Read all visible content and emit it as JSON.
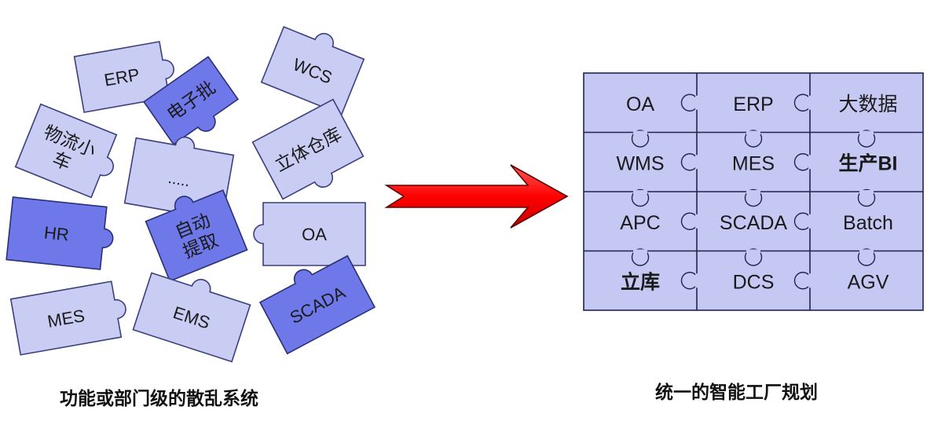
{
  "scattered": {
    "pieces": [
      {
        "id": "erp",
        "lines": [
          "ERP"
        ]
      },
      {
        "id": "dianzi",
        "lines": [
          "电子批"
        ]
      },
      {
        "id": "wcs",
        "lines": [
          "WCS"
        ]
      },
      {
        "id": "wuliu",
        "lines": [
          "物流小",
          "车"
        ]
      },
      {
        "id": "dots",
        "lines": [
          "....."
        ]
      },
      {
        "id": "liti",
        "lines": [
          "立体仓库"
        ]
      },
      {
        "id": "hr",
        "lines": [
          "HR"
        ]
      },
      {
        "id": "zidong",
        "lines": [
          "自动",
          "提取"
        ]
      },
      {
        "id": "oa",
        "lines": [
          "OA"
        ]
      },
      {
        "id": "mes",
        "lines": [
          "MES"
        ]
      },
      {
        "id": "ems",
        "lines": [
          "EMS"
        ]
      },
      {
        "id": "scada",
        "lines": [
          "SCADA"
        ]
      }
    ],
    "caption": "功能或部门级的散乱系统"
  },
  "unified": {
    "cells": [
      [
        "OA",
        "ERP",
        "大数据"
      ],
      [
        "WMS",
        "MES",
        "生产BI"
      ],
      [
        "APC",
        "SCADA",
        "Batch"
      ],
      [
        "立库",
        "DCS",
        "AGV"
      ]
    ],
    "caption": "统一的智能工厂规划"
  },
  "colors": {
    "piece_light": "#c9cdf3",
    "piece_dark": "#6e78e8",
    "grid": "#c4c8f2",
    "arrow": "#ff0000"
  }
}
